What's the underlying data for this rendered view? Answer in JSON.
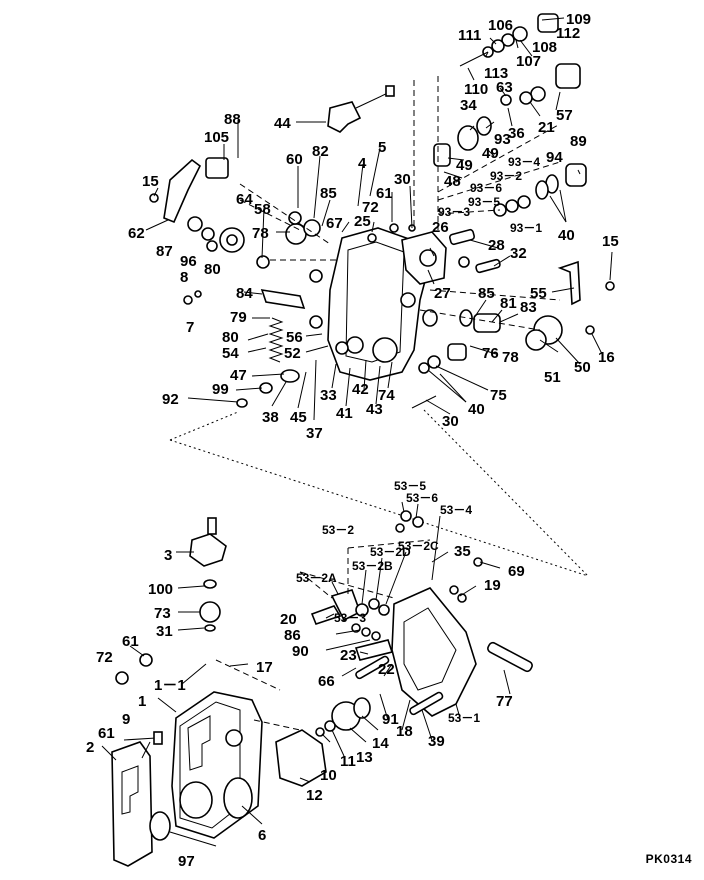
{
  "document_code": "PK0314",
  "callouts": {
    "c109": "109",
    "c106": "106",
    "c112": "112",
    "c111": "111",
    "c108": "108",
    "c113": "113",
    "c107": "107",
    "c110": "110",
    "c63": "63",
    "c57": "57",
    "c34": "34",
    "c36": "36",
    "c21": "21",
    "c88": "88",
    "c44": "44",
    "c105": "105",
    "c93a": "93",
    "c89": "89",
    "c60a": "60",
    "c82": "82",
    "c5": "5",
    "c49a": "49",
    "c49b": "49",
    "c93_4": "93－4",
    "c94": "94",
    "c4": "4",
    "c30a": "30",
    "c48": "48",
    "c93_2": "93－2",
    "c15a": "15",
    "c85a": "85",
    "c61a": "61",
    "c93_6": "93－6",
    "c93_5": "93－5",
    "c72a": "72",
    "c93_3": "93－3",
    "c58": "58",
    "c64": "64",
    "c67": "67",
    "c25": "25",
    "c26": "26",
    "c93_1": "93－1",
    "c40a": "40",
    "c62": "62",
    "c78a": "78",
    "c87": "87",
    "c96": "96",
    "c80a": "80",
    "c15b": "15",
    "c28": "28",
    "c32": "32",
    "c8": "8",
    "c27": "27",
    "c55": "55",
    "c84": "84",
    "c85b": "85",
    "c81": "81",
    "c7": "7",
    "c83": "83",
    "c79": "79",
    "c56": "56",
    "c80b": "80",
    "c78b": "78",
    "c16": "16",
    "c52": "52",
    "c54": "54",
    "c76": "76",
    "c51": "51",
    "c50": "50",
    "c47": "47",
    "c33": "33",
    "c42": "42",
    "c74": "74",
    "c75": "75",
    "c99": "99",
    "c92": "92",
    "c41": "41",
    "c43": "43",
    "c40b": "40",
    "c38": "38",
    "c45": "45",
    "c30b": "30",
    "c37": "37",
    "c53_5": "53－5",
    "c53_6": "53－6",
    "c53_4": "53－4",
    "c53_2": "53－2",
    "c53_2D": "53－2D",
    "c53_2C": "53－2C",
    "c35": "35",
    "c3": "3",
    "c53_2B": "53－2B",
    "c69": "69",
    "c53_2A": "53－2A",
    "c100": "100",
    "c19": "19",
    "c73": "73",
    "c20": "20",
    "c53_3": "53－3",
    "c31": "31",
    "c86": "86",
    "c90": "90",
    "c61b": "61",
    "c23": "23",
    "c72b": "72",
    "c17": "17",
    "c1_1": "1－1",
    "c22": "22",
    "c66": "66",
    "c77": "77",
    "c1": "1",
    "c9": "9",
    "c91": "91",
    "c53_1": "53－1",
    "c61c": "61",
    "c18": "18",
    "c39": "39",
    "c2": "2",
    "c14": "14",
    "c13": "13",
    "c11": "11",
    "c10": "10",
    "c12": "12",
    "c6": "6",
    "c97": "97"
  }
}
